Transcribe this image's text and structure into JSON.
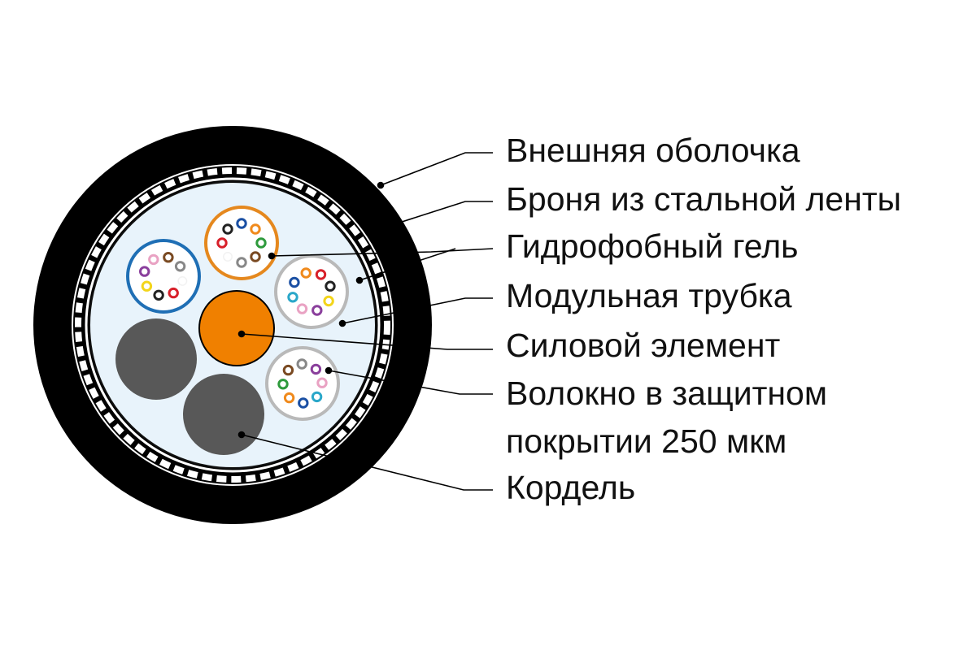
{
  "labels": {
    "outer_sheath": "Внешняя оболочка",
    "steel_tape_armor": "Броня из стальной ленты",
    "water_blocking_gel": "Гидрофобный гель",
    "loose_tube": "Модульная трубка",
    "strength_member": "Силовой элемент",
    "coated_fiber_line1": "Волокно в защитном",
    "coated_fiber_line2": "покрытии 250 мкм",
    "filler_rod": "Кордель"
  },
  "colors": {
    "outer_sheath": "#000000",
    "armor_stripes": "#ffffff",
    "gel_fill": "#e8f3fb",
    "strength_member": "#f08000",
    "filler_rod": "#585858",
    "tube_orange": "#e5881e",
    "tube_blue": "#1f6fb5",
    "tube_grey": "#b9b9b9",
    "leader_lines": "#000000"
  },
  "fiber_colors": [
    "#1a4fa3",
    "#f08a1c",
    "#2e9a3c",
    "#7a4a22",
    "#888888",
    "#f2f2f2",
    "#d8202a",
    "#222222",
    "#f3d51b",
    "#8a3f9c",
    "#e9a2c3",
    "#2aa7c9"
  ]
}
